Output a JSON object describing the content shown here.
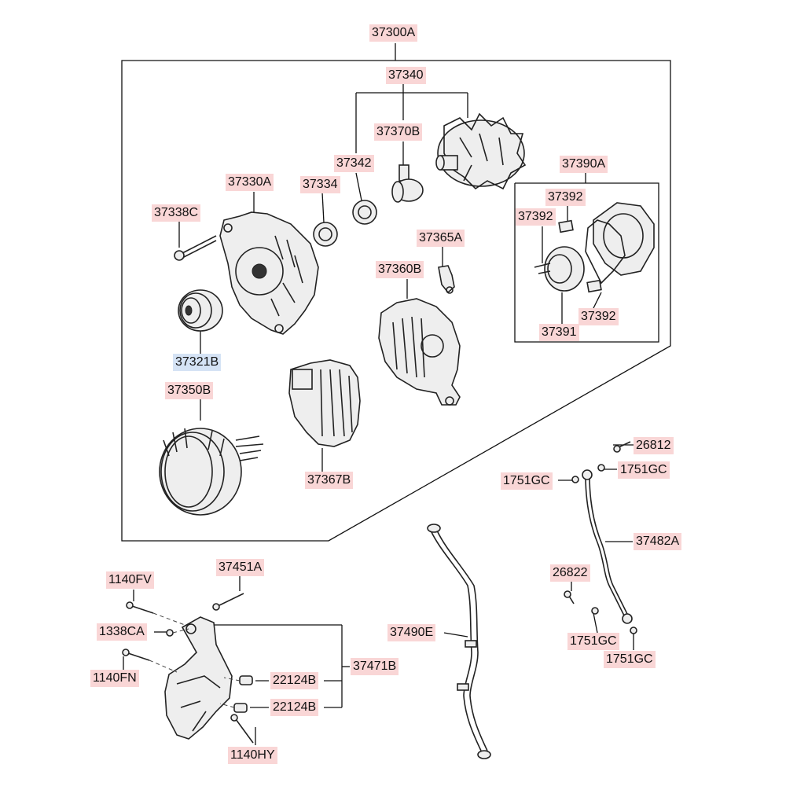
{
  "labels": {
    "p37300A": "37300A",
    "p37340": "37340",
    "p37370B": "37370B",
    "p37342": "37342",
    "p37330A": "37330A",
    "p37334": "37334",
    "p37390A": "37390A",
    "p37392_a": "37392",
    "p37392_b": "37392",
    "p37392_c": "37392",
    "p37391": "37391",
    "p37338C": "37338C",
    "p37365A": "37365A",
    "p37360B": "37360B",
    "p37321B": "37321B",
    "p37350B": "37350B",
    "p37367B": "37367B",
    "p26812": "26812",
    "p1751GC_a": "1751GC",
    "p1751GC_b": "1751GC",
    "p37482A": "37482A",
    "p26822": "26822",
    "p1751GC_c": "1751GC",
    "p1751GC_d": "1751GC",
    "p1140FV": "1140FV",
    "p37451A": "37451A",
    "p1338CA": "1338CA",
    "p37490E": "37490E",
    "p37471B": "37471B",
    "p22124B_a": "22124B",
    "p22124B_b": "22124B",
    "p1140FN": "1140FN",
    "p1140HY": "1140HY"
  },
  "colors": {
    "label_bg": "#f9d6d6",
    "selected_label_bg": "#d5e3f5"
  }
}
